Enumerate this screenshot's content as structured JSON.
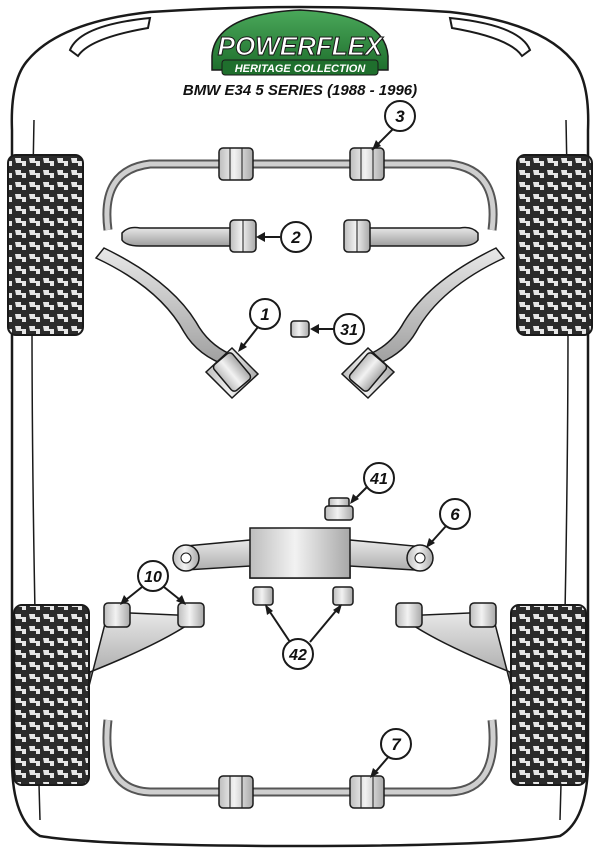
{
  "logo": {
    "brand": "POWERFLEX",
    "subtitle": "HERITAGE COLLECTION",
    "brand_color": "#2f8a3e",
    "subtitle_color": "#1f6f2d"
  },
  "title": "BMW E34 5 SERIES (1988 - 1996)",
  "callouts": {
    "c1": "1",
    "c2": "2",
    "c3": "3",
    "c31": "31",
    "c41": "41",
    "c6": "6",
    "c10": "10",
    "c42": "42",
    "c7": "7"
  },
  "colors": {
    "outline": "#1a1a1a",
    "bushing_fill": "#d9d9d9",
    "bushing_shade": "#a9a9a9",
    "part_fill": "#cfcfcf",
    "tyre_dark": "#2b2b2b",
    "tyre_light": "#e6e6e6"
  }
}
